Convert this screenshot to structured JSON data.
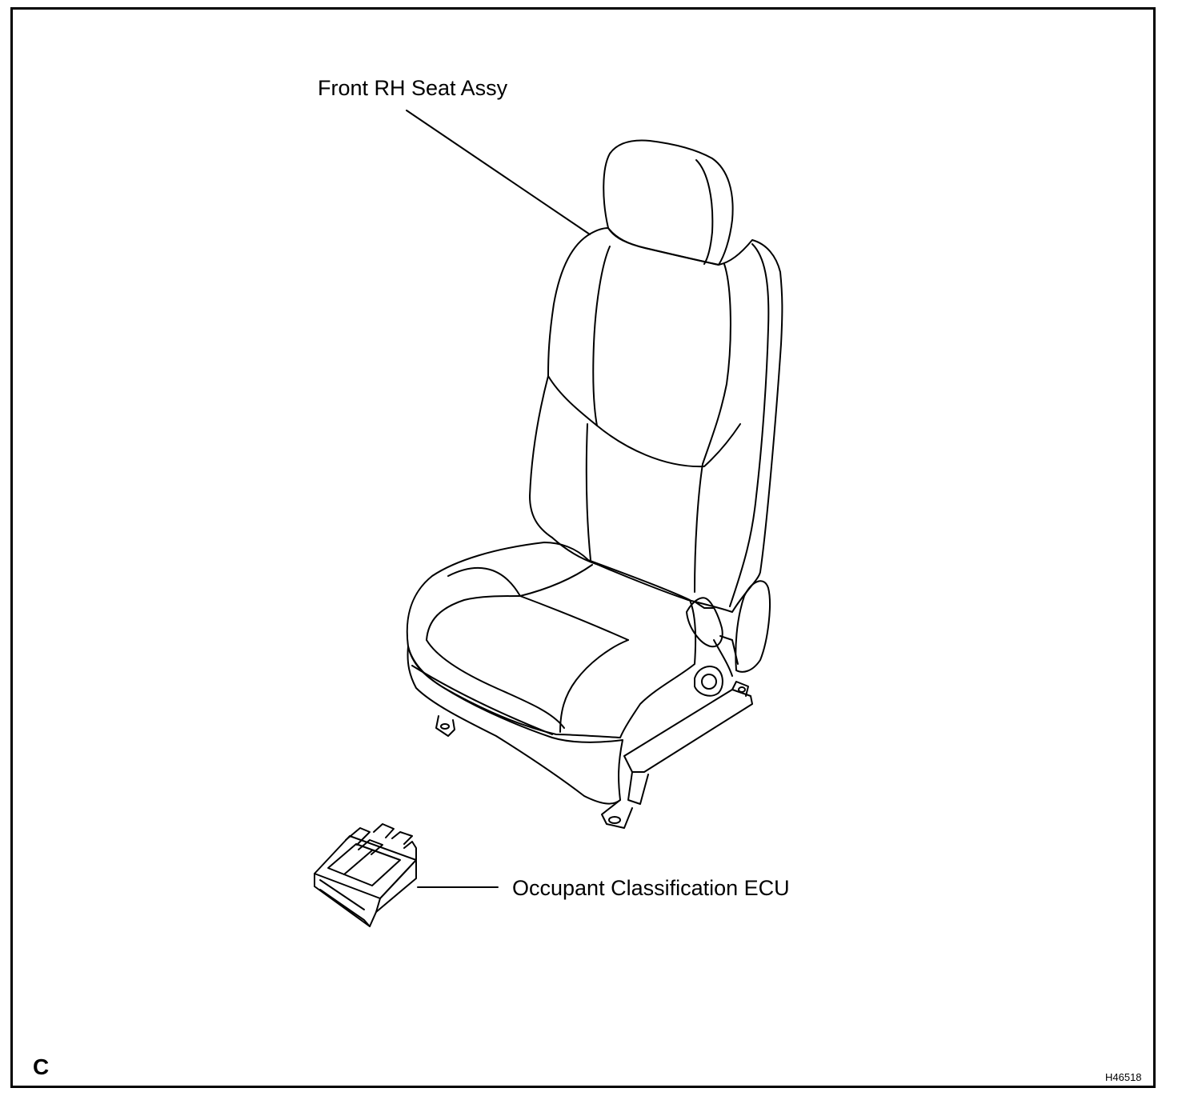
{
  "labels": {
    "seat": "Front RH Seat Assy",
    "ecu": "Occupant Classification ECU"
  },
  "section_letter": "C",
  "figure_code": "H46518",
  "colors": {
    "line": "#000000",
    "background": "#ffffff"
  }
}
